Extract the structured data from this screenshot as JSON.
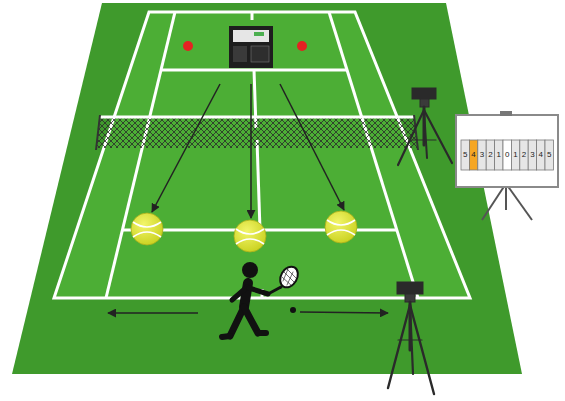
{
  "diagram": {
    "labels": [
      "5",
      "4",
      "3",
      "2",
      "1",
      "0",
      "1",
      "2",
      "3",
      "4",
      "5"
    ]
  }
}
